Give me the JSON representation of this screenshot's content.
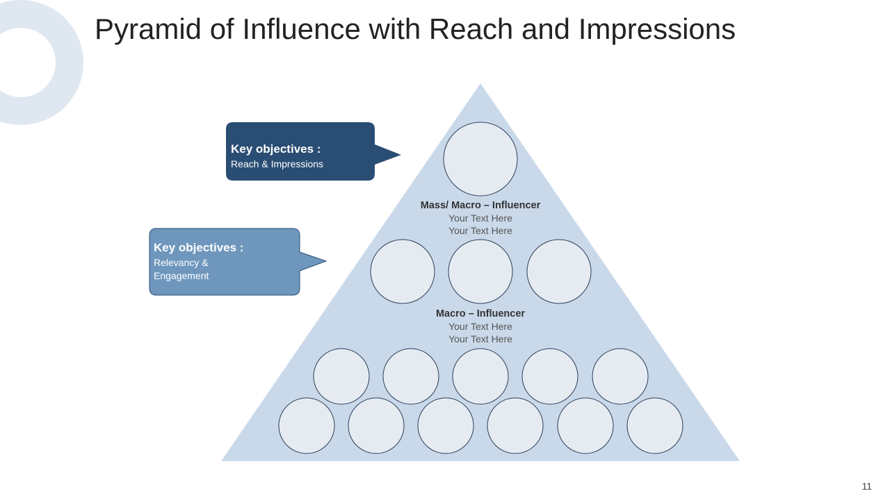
{
  "title": "Pyramid of Influence with Reach and Impressions",
  "page_number": "11",
  "colors": {
    "dark": "#2a4d74",
    "medium": "#6f97bd",
    "pyramid": "#c9d9ea",
    "circle_bg": "#e6ebf2"
  },
  "callouts": [
    {
      "heading": "Key objectives :",
      "text": "Reach & Impressions"
    },
    {
      "heading": "Key objectives :",
      "text_line1": "Relevancy  &",
      "text_line2": "Engagement"
    }
  ],
  "tiers": [
    {
      "heading": "Mass/ Macro – Influencer",
      "line1": "Your Text Here",
      "line2": "Your Text Here",
      "count": 1
    },
    {
      "heading": "Macro – Influencer",
      "line1": "Your Text Here",
      "line2": "Your Text Here",
      "count": 3
    },
    {
      "count": 11
    }
  ]
}
